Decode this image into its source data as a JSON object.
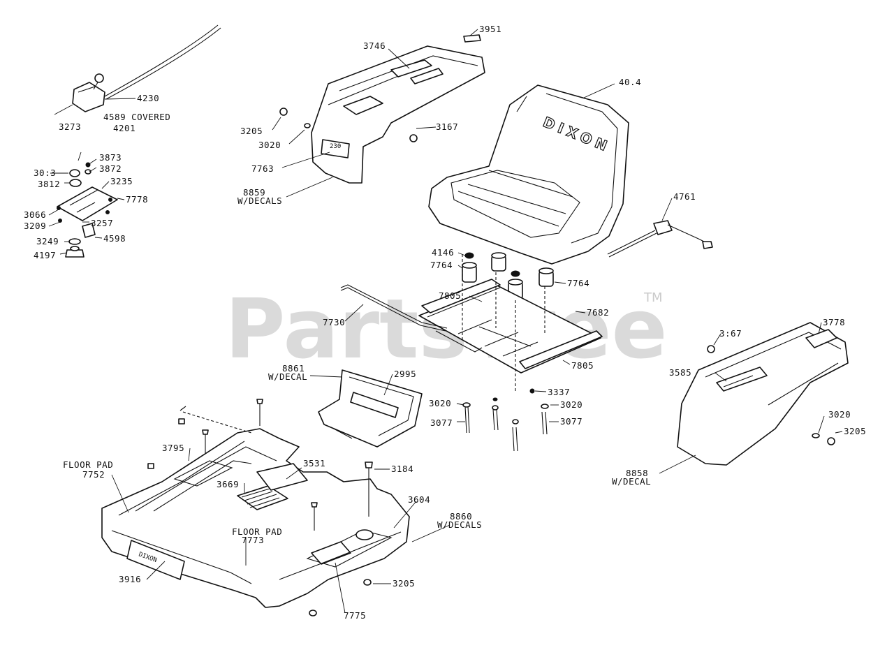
{
  "watermark": {
    "text": "PartsTree",
    "tm": "TM"
  },
  "brand_text": "DIXON",
  "labels": {
    "p3951": "3951",
    "p3746": "3746",
    "p4014": "40.4",
    "p4230": "4230",
    "p3273": "3273",
    "p4589": "4589 COVERED",
    "p4201": "4201",
    "p3205a": "3205",
    "p3020a": "3020",
    "p3167a": "3167",
    "p7763": "7763",
    "p8859a": "8859",
    "p8859b": "W/DECALS",
    "p3873": "3873",
    "p3013": "30:3",
    "p3872": "3872",
    "p3812": "3812",
    "p3235": "3235",
    "p7778": "7778",
    "p3066": "3066",
    "p3209": "3209",
    "p3257": "3257",
    "p3249": "3249",
    "p4598": "4598",
    "p4197": "4197",
    "p4761": "4761",
    "p4146": "4146",
    "p7764a": "7764",
    "p7764b": "7764",
    "p7805a": "7805",
    "p7682": "7682",
    "p7730": "7730",
    "p7805b": "7805",
    "p3778": "3778",
    "p3167b": "3:67",
    "p3585": "3585",
    "p8861a": "8861",
    "p8861b": "W/DECAL",
    "p2995": "2995",
    "p3337": "3337",
    "p3020b": "3020",
    "p3020c": "3020",
    "p3077a": "3077",
    "p3077b": "3077",
    "p3020d": "3020",
    "p3205b": "3205",
    "p8858a": "8858",
    "p8858b": "W/DECAL",
    "p3795": "3795",
    "p3531": "3531",
    "p3184": "3184",
    "p_floorpad1a": "FLOOR PAD",
    "p7752": "7752",
    "p3669": "3669",
    "p3604": "3604",
    "p8860a": "8860",
    "p8860b": "W/DECALS",
    "p_floorpad2a": "FLOOR PAD",
    "p7773": "7773",
    "p3916": "3916",
    "p3205c": "3205",
    "p7775": "7775"
  }
}
